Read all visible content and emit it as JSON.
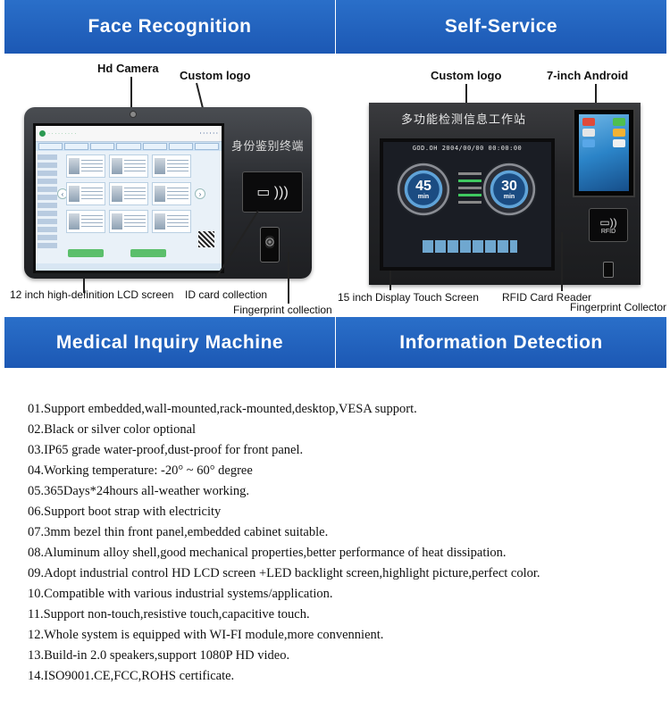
{
  "panels": {
    "left": {
      "top_banner": "Face Recognition",
      "bottom_banner": "Medical Inquiry Machine",
      "labels": {
        "camera": "Hd Camera",
        "logo": "Custom logo",
        "screen": "12 inch high-definition LCD screen",
        "id_card": "ID card collection",
        "fingerprint": "Fingerprint collection"
      },
      "device_brand": "身份鉴别终端"
    },
    "right": {
      "top_banner": "Self-Service",
      "bottom_banner": "Information Detection",
      "labels": {
        "logo": "Custom logo",
        "android": "7-inch Android",
        "screen": "15 inch Display Touch Screen",
        "rfid": "RFID Card Reader",
        "fingerprint": "Fingerprint Collector"
      },
      "device_brand": "多功能检测信息工作站",
      "screen_header": "GOD.OH 2004/00/00 00:00:00",
      "gauge_left": {
        "value": "45",
        "unit": "min"
      },
      "gauge_right": {
        "value": "30",
        "unit": "min"
      },
      "rfid_text": "RFID"
    }
  },
  "specs": [
    "01.Support embedded,wall-mounted,rack-mounted,desktop,VESA support.",
    "02.Black or silver color optional",
    "03.IP65 grade water-proof,dust-proof for front panel.",
    "04.Working temperature: -20° ~ 60° degree",
    "05.365Days*24hours all-weather working.",
    "06.Support boot strap with electricity",
    "07.3mm bezel thin front panel,embedded cabinet suitable.",
    "08.Aluminum alloy shell,good mechanical properties,better performance of heat dissipation.",
    "09.Adopt industrial control HD LCD screen +LED backlight screen,highlight picture,perfect color.",
    "10.Compatible with various industrial systems/application.",
    "11.Support non-touch,resistive touch,capacitive touch.",
    "12.Whole system is equipped with WI-FI module,more convennient.",
    "13.Build-in 2.0 speakers,support 1080P HD video.",
    "14.ISO9001.CE,FCC,ROHS certificate."
  ],
  "colors": {
    "banner": "#1f5fb9",
    "text": "#111111"
  }
}
